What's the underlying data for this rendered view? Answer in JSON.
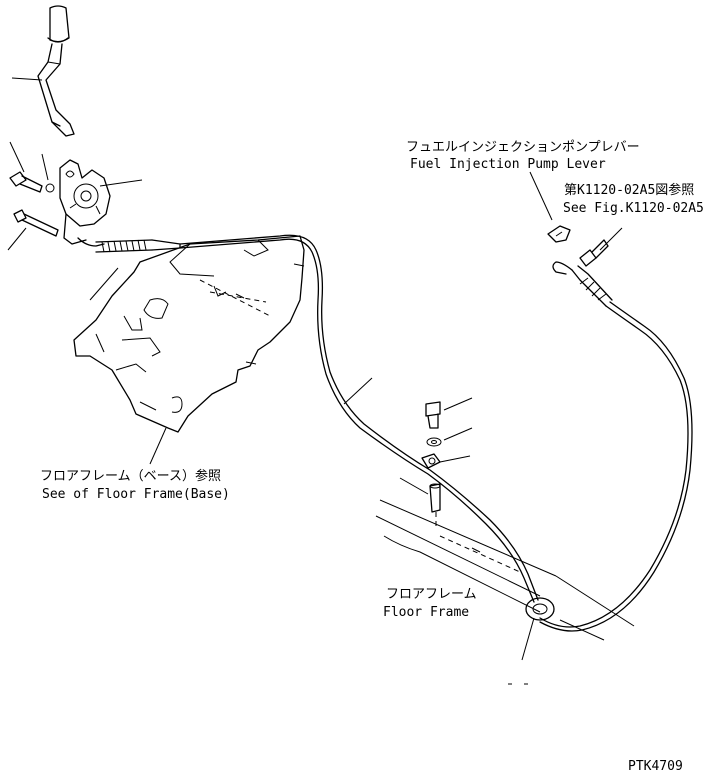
{
  "labels": {
    "fuel_lever_jp": "フュエルインジェクションポンプレバー",
    "fuel_lever_en": "Fuel Injection Pump Lever",
    "ref_fig_jp": "第K1120-02A5図参照",
    "ref_fig_en": "See Fig.K1120-02A5",
    "floor_base_jp": "フロアフレーム（ベース）参照",
    "floor_base_en": "See of Floor Frame(Base)",
    "floor_frame_jp": "フロアフレーム",
    "floor_frame_en": "Floor Frame",
    "drawing_code": "PTK4709"
  }
}
